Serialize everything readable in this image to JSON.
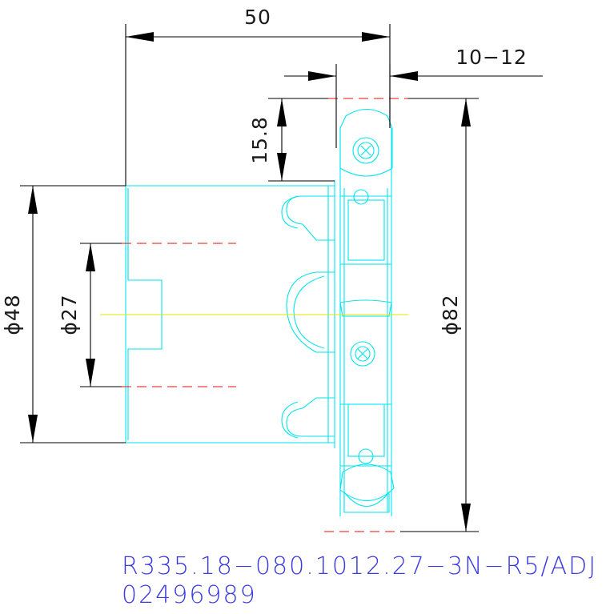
{
  "dimensions": {
    "width_50": "50",
    "width_10_12": "10−12",
    "height_15_8": "15.8",
    "dia_48": "ϕ48",
    "dia_27": "ϕ27",
    "dia_82": "ϕ82"
  },
  "caption": {
    "part_code": "R335.18−080.1012.27−3N−R5/ADJ",
    "order_number": "02496989"
  },
  "colors": {
    "dimension_lines": "#000000",
    "geometry": "#00e5ee",
    "center_lines": "#e01010",
    "axis_line": "#e6e600",
    "caption_text": "#3a3ae0"
  }
}
